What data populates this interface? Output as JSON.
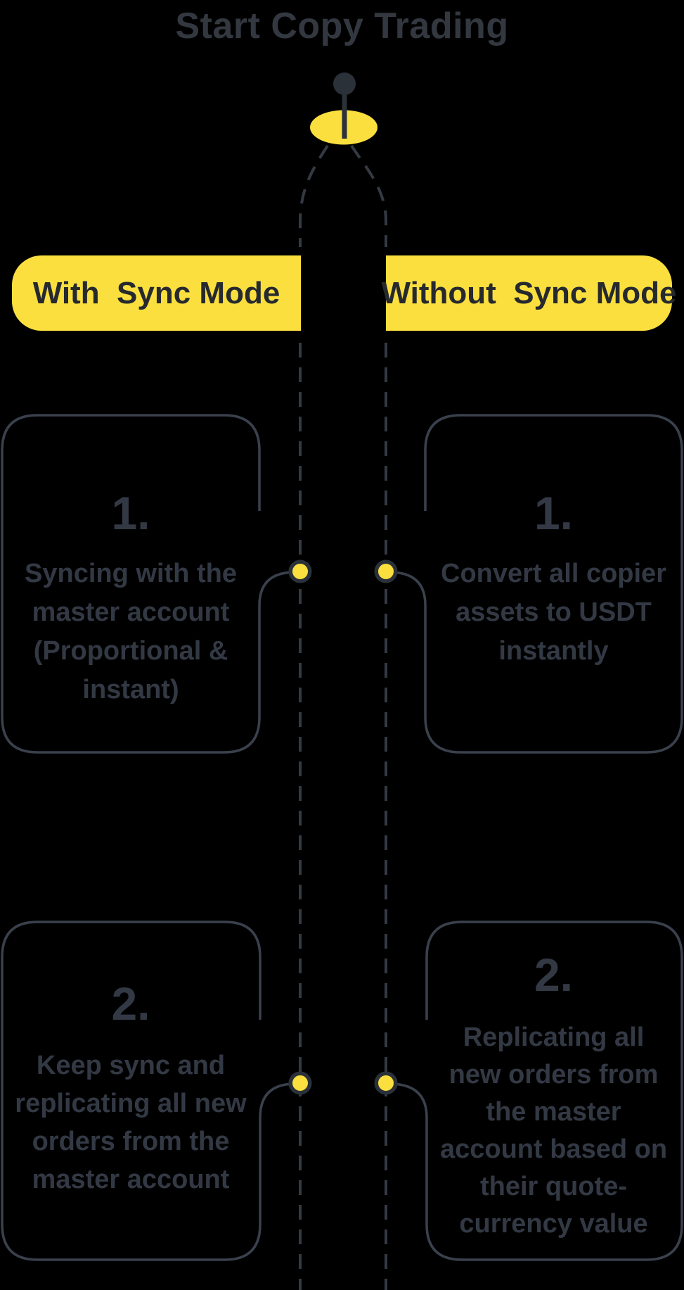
{
  "title": "Start Copy Trading",
  "colors": {
    "background": "#000000",
    "yellow": "#FBDF3E",
    "pin_ink": "#2B3139",
    "card_border": "#3A414D",
    "dash_line": "#343A43",
    "text": "#333944",
    "banner_text": "#26292E",
    "title_text": "#333840"
  },
  "banners": [
    {
      "label": "With  Sync Mode"
    },
    {
      "label": "Without  Sync Mode"
    }
  ],
  "cards": [
    {
      "number": "1.",
      "lines": [
        "Syncing with the",
        "master account",
        "(Proportional &",
        "instant)"
      ]
    },
    {
      "number": "1.",
      "lines": [
        "Convert all copier",
        "assets to USDT",
        "instantly"
      ]
    },
    {
      "number": "2.",
      "lines": [
        "Keep sync and",
        "replicating all new",
        "orders from the",
        "master account"
      ]
    },
    {
      "number": "2.",
      "lines": [
        "Replicating all",
        "new orders from",
        "the master",
        "account based on",
        "their quote-",
        "currency value"
      ]
    }
  ],
  "icons": {
    "pin": "map-pin-marker",
    "dots": "branch-junction-dot"
  }
}
